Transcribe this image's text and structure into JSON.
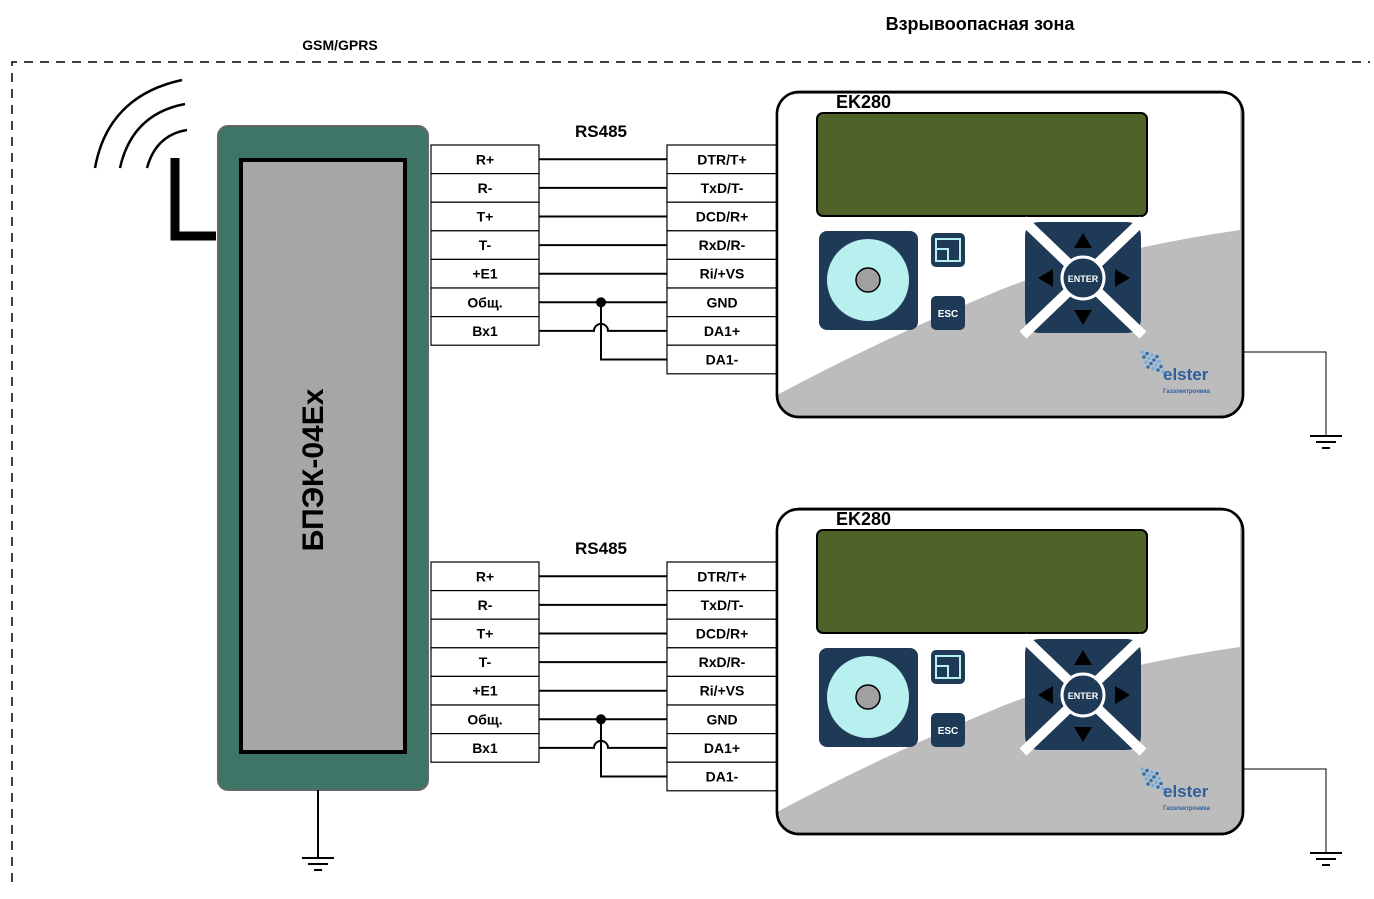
{
  "zone_label": "Взрывоопасная зона",
  "gsm_label": "GSM/GPRS",
  "controller": {
    "label": "БПЭК-04Ex"
  },
  "links": [
    {
      "bus_label": "RS485",
      "left_pins": [
        "R+",
        "R-",
        "T+",
        "T-",
        "+E1",
        "Общ.",
        "Вх1"
      ],
      "right_pins": [
        "DTR/T+",
        "TxD/T-",
        "DCD/R+",
        "RxD/R-",
        "Ri/+VS",
        "GND",
        "DA1+",
        "DA1-"
      ],
      "device": {
        "title": "EK280",
        "enter_key": "ENTER",
        "esc_key": "ESC",
        "brand": "elster",
        "brand_sub": "Газэлектроника"
      }
    },
    {
      "bus_label": "RS485",
      "left_pins": [
        "R+",
        "R-",
        "T+",
        "T-",
        "+E1",
        "Общ.",
        "Вх1"
      ],
      "right_pins": [
        "DTR/T+",
        "TxD/T-",
        "DCD/R+",
        "RxD/R-",
        "Ri/+VS",
        "GND",
        "DA1+",
        "DA1-"
      ],
      "device": {
        "title": "EK280",
        "enter_key": "ENTER",
        "esc_key": "ESC",
        "brand": "elster",
        "brand_sub": "Газэлектроника"
      }
    }
  ],
  "colors": {
    "controller_body": "#3d7566",
    "controller_panel": "#a6a6a6",
    "display": "#4f6228",
    "keypad": "#1f3a56",
    "knob": "#b7f0ef",
    "device_body": "#bcbcbc",
    "device_face": "#ffffff"
  }
}
